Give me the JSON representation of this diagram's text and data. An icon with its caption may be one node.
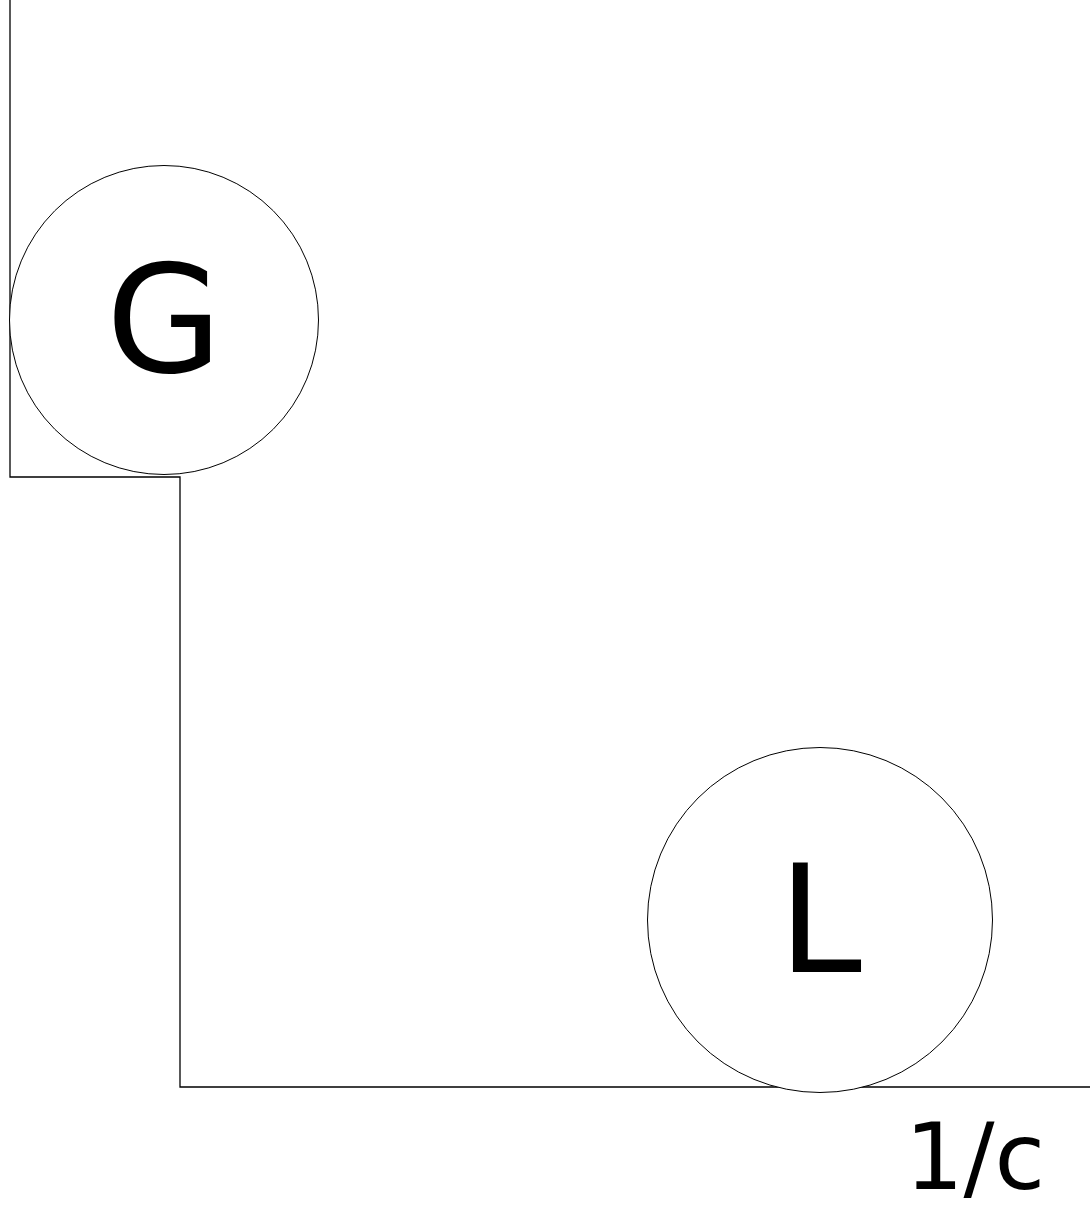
{
  "diagram": {
    "nodes": [
      {
        "text": [
          "G"
        ]
      },
      {
        "text": [
          "L"
        ]
      }
    ],
    "labels": [
      "1/c"
    ]
  }
}
